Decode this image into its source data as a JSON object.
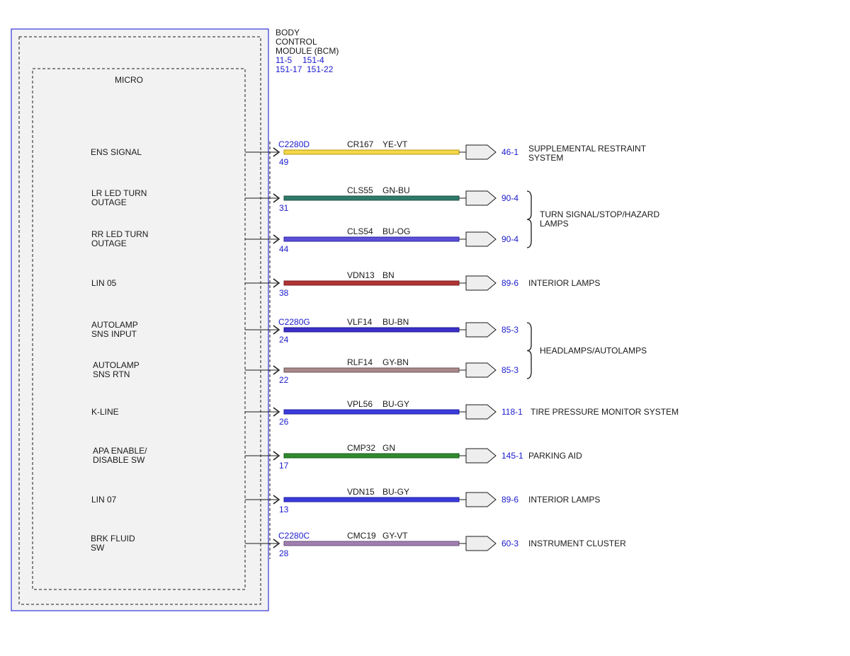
{
  "module": {
    "title_lines": [
      "BODY",
      "CONTROL",
      "MODULE (BCM)"
    ],
    "refs_line1": [
      "11-5",
      "151-4"
    ],
    "refs_line2": [
      "151-17",
      "151-22"
    ],
    "micro_label": "MICRO"
  },
  "colors": {
    "module_border": "#3333dd",
    "module_fill": "#f2f2f2",
    "label_blue": "#1a1acc",
    "text": "#1a1a1a",
    "arrow_fill": "#eeeeee"
  },
  "circuits": [
    {
      "signal": [
        "ENS SIGNAL"
      ],
      "connector": "C2280D",
      "pin": "49",
      "circuit": "CR167",
      "wire_color": "YE-VT",
      "wire_fill": "#f3d84a",
      "wire_stroke": "#b8970c",
      "page_ref": "46-1",
      "destination": [
        "SUPPLEMENTAL RESTRAINT",
        "SYSTEM"
      ]
    },
    {
      "signal": [
        "LR LED TURN",
        "OUTAGE"
      ],
      "connector": "",
      "pin": "31",
      "circuit": "CLS55",
      "wire_color": "GN-BU",
      "wire_fill": "#2f7a6a",
      "wire_stroke": "#1d4f45",
      "page_ref": "90-4",
      "destination": []
    },
    {
      "signal": [
        "RR LED TURN",
        "OUTAGE"
      ],
      "connector": "",
      "pin": "44",
      "circuit": "CLS54",
      "wire_color": "BU-OG",
      "wire_fill": "#5a4fd6",
      "wire_stroke": "#2e25a8",
      "page_ref": "90-4",
      "destination": []
    },
    {
      "signal": [
        "LIN 05"
      ],
      "connector": "",
      "pin": "38",
      "circuit": "VDN13",
      "wire_color": "BN",
      "wire_fill": "#b03434",
      "wire_stroke": "#7a1d1d",
      "page_ref": "89-6",
      "destination": [
        "INTERIOR LAMPS"
      ]
    },
    {
      "signal": [
        "AUTOLAMP",
        "SNS INPUT"
      ],
      "connector": "C2280G",
      "pin": "24",
      "circuit": "VLF14",
      "wire_color": "BU-BN",
      "wire_fill": "#3a30c8",
      "wire_stroke": "#1f1a90",
      "page_ref": "85-3",
      "destination": []
    },
    {
      "signal": [
        "AUTOLAMP",
        "SNS RTN"
      ],
      "connector": "",
      "pin": "22",
      "circuit": "RLF14",
      "wire_color": "GY-BN",
      "wire_fill": "#a98a8a",
      "wire_stroke": "#6b5353",
      "page_ref": "85-3",
      "destination": []
    },
    {
      "signal": [
        "K-LINE"
      ],
      "connector": "",
      "pin": "26",
      "circuit": "VPL56",
      "wire_color": "BU-GY",
      "wire_fill": "#3b3bdc",
      "wire_stroke": "#1c1ca0",
      "page_ref": "118-1",
      "destination": [
        "TIRE PRESSURE MONITOR SYSTEM"
      ]
    },
    {
      "signal": [
        "APA ENABLE/",
        "DISABLE SW"
      ],
      "connector": "",
      "pin": "17",
      "circuit": "CMP32",
      "wire_color": "GN",
      "wire_fill": "#2e8a2e",
      "wire_stroke": "#1a5c1a",
      "page_ref": "145-1",
      "destination": [
        "PARKING AID"
      ]
    },
    {
      "signal": [
        "LIN 07"
      ],
      "connector": "",
      "pin": "13",
      "circuit": "VDN15",
      "wire_color": "BU-GY",
      "wire_fill": "#3b3bdc",
      "wire_stroke": "#1c1ca0",
      "page_ref": "89-6",
      "destination": [
        "INTERIOR LAMPS"
      ]
    },
    {
      "signal": [
        "BRK FLUID",
        "SW"
      ],
      "connector": "C2280C",
      "pin": "28",
      "circuit": "CMC19",
      "wire_color": "GY-VT",
      "wire_fill": "#a07fb0",
      "wire_stroke": "#6a4d7a",
      "page_ref": "60-3",
      "destination": [
        "INSTRUMENT CLUSTER"
      ]
    }
  ],
  "groups": [
    {
      "label": [
        "TURN SIGNAL/STOP/HAZARD",
        "LAMPS"
      ],
      "circuit_indexes": [
        1,
        2
      ]
    },
    {
      "label": [
        "HEADLAMPS/AUTOLAMPS"
      ],
      "circuit_indexes": [
        4,
        5
      ]
    }
  ]
}
